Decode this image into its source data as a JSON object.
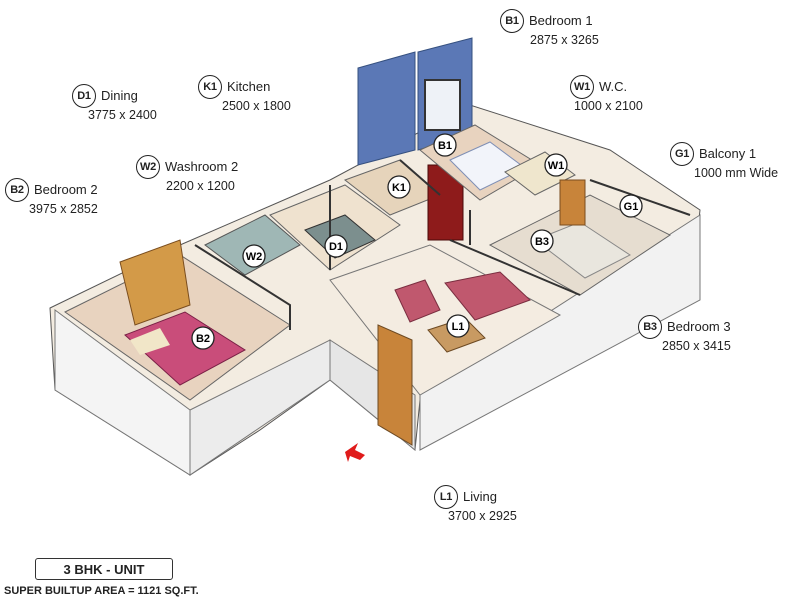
{
  "rooms": [
    {
      "code": "B1",
      "name": "Bedroom 1",
      "dims": "2875 x 3265"
    },
    {
      "code": "W1",
      "name": "W.C.",
      "dims": "1000 x 2100"
    },
    {
      "code": "G1",
      "name": "Balcony 1",
      "dims": "1000 mm Wide"
    },
    {
      "code": "K1",
      "name": "Kitchen",
      "dims": "2500 x 1800"
    },
    {
      "code": "D1",
      "name": "Dining",
      "dims": "3775 x 2400"
    },
    {
      "code": "W2",
      "name": "Washroom 2",
      "dims": "2200 x 1200"
    },
    {
      "code": "B2",
      "name": "Bedroom 2",
      "dims": "3975 x 2852"
    },
    {
      "code": "B3",
      "name": "Bedroom 3",
      "dims": "2850 x 3415"
    },
    {
      "code": "L1",
      "name": "Living",
      "dims": "3700 x 2925"
    }
  ],
  "markers": {
    "B1": "B1",
    "W1": "W1",
    "G1": "G1",
    "K1": "K1",
    "D1": "D1",
    "W2": "W2",
    "B2": "B2",
    "B3": "B3",
    "L1": "L1"
  },
  "unit_type": "3 BHK - UNIT",
  "super_builtup_area": "SUPER BUILTUP AREA = 1121 SQ.FT.",
  "colors": {
    "wall": "#ffffff",
    "wall_shade": "#e2e2e2",
    "floor": "#f3ece1",
    "accent_wall": "#5b78b6",
    "door": "#c8843a",
    "bed": "#c94d7a",
    "sofa": "#c0586e",
    "fridge": "#8e1b1b",
    "entry_arrow": "#e01b1b"
  }
}
